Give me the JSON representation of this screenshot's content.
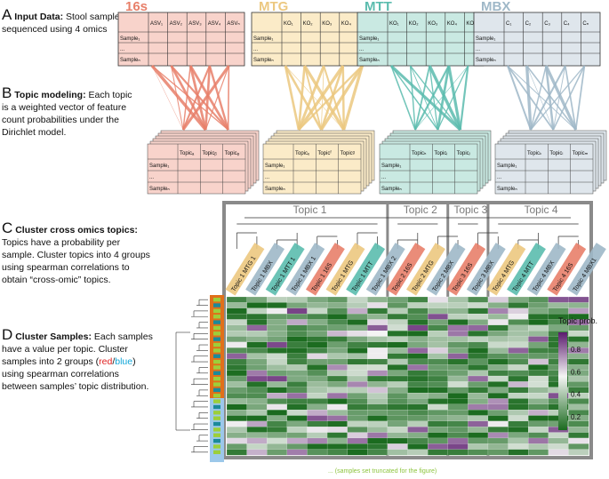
{
  "sections": {
    "a": {
      "letter": "A",
      "title": "Input Data:",
      "lines": [
        " Stool samples",
        "sequenced using 4 omics"
      ]
    },
    "b": {
      "letter": "B",
      "title": "Topic modeling:",
      "lines": [
        " Each topic",
        "is a weighted vector of feature",
        "count probabilities under the",
        "Dirichlet model."
      ]
    },
    "c": {
      "letter": "C",
      "title": "Cluster cross omics topics:",
      "lines": [
        "Topics have a probability per",
        "sample. Cluster topics into 4 groups",
        "using spearman correlations to",
        "obtain “cross-omic” topics."
      ]
    },
    "d": {
      "letter": "D",
      "title": "Cluster Samples:",
      "line1": " Each samples",
      "lines": [
        "have a value per topic. Cluster"
      ],
      "line3_pre": "samples into 2 groups (",
      "red": "red",
      "slash": "/",
      "blue": "blue",
      "line3_post": ")",
      "lines2": [
        "using spearman correlations",
        "between samples’ topic distribution."
      ]
    }
  },
  "omics": [
    {
      "name": "16s",
      "color": "#e8806a",
      "fill": "#f8d3cb",
      "features": [
        "ASV₁",
        "ASV₂",
        "ASV₃",
        "ASV₄",
        "ASVₙ"
      ],
      "topics": [
        "Topicₐ",
        "Topicᵦ",
        "Topicᵩ"
      ]
    },
    {
      "name": "MTG",
      "color": "#ecc880",
      "fill": "#fbebc8",
      "features": [
        "KO₁",
        "KO₂",
        "KO₃",
        "KO₄",
        "KOₙ"
      ],
      "topics": [
        "Topicₑ",
        "Topicᶠ",
        "Topicᵍ"
      ]
    },
    {
      "name": "MTT",
      "color": "#5bbcae",
      "fill": "#c9e9e2",
      "features": [
        "KO₁",
        "KO₂",
        "KO₃",
        "KO₄",
        "KOₙ"
      ],
      "topics": [
        "Topicₕ",
        "Topicᵢ",
        "Topicⱼ"
      ]
    },
    {
      "name": "MBX",
      "color": "#9fb8c8",
      "fill": "#dfe6ec",
      "features": [
        "C₁",
        "C₂",
        "C₃",
        "C₄",
        "Cₙ"
      ],
      "topics": [
        "Topicₖ",
        "Topicₗ",
        "Topicₘ"
      ]
    }
  ],
  "sample_rows": [
    "Sample₁",
    "...",
    "Sampleₙ"
  ],
  "topic_groups": [
    "Topic 1",
    "Topic 2",
    "Topic 3",
    "Topic 4"
  ],
  "topic_labels": [
    {
      "text": "Topic 1 MTG 1",
      "omic": 1
    },
    {
      "text": "Topic 1 MBX",
      "omic": 3
    },
    {
      "text": "Topic 1 MTT 1",
      "omic": 2
    },
    {
      "text": "Topic 1 MBX 1",
      "omic": 3
    },
    {
      "text": "Topic 1 16S",
      "omic": 0
    },
    {
      "text": "Topic 1 MTG",
      "omic": 1
    },
    {
      "text": "Topic 1 MTT",
      "omic": 2
    },
    {
      "text": "Topic 1 MBX 2",
      "omic": 3
    },
    {
      "text": "Topic 2 16S",
      "omic": 0
    },
    {
      "text": "Topic 2 MTG",
      "omic": 1
    },
    {
      "text": "Topic 2 MBX",
      "omic": 3
    },
    {
      "text": "Topic 3 16S",
      "omic": 0
    },
    {
      "text": "Topic 3 MBX",
      "omic": 3
    },
    {
      "text": "Topic 4 MTG",
      "omic": 1
    },
    {
      "text": "Topic 4 MTT",
      "omic": 2
    },
    {
      "text": "Topic 4 MBX",
      "omic": 3
    },
    {
      "text": "Topic 4 16S",
      "omic": 0
    },
    {
      "text": "Topic 4 MBX1",
      "omic": 3
    }
  ],
  "legend": {
    "title": "Topic prob.",
    "ticks": [
      "0.8",
      "0.6",
      "0.4",
      "0.2"
    ],
    "tick_values": [
      0.8,
      0.6,
      0.4,
      0.2
    ],
    "range": [
      0.08,
      0.95
    ],
    "low_color": "#1b6b1f",
    "mid_color": "#f4f4f4",
    "high_color": "#5b1a6e"
  },
  "sample_groups": {
    "red_color": "#e0701a",
    "blue_color": "#9cc8ea"
  },
  "footnote": "... (samples set  truncated for the figure)"
}
